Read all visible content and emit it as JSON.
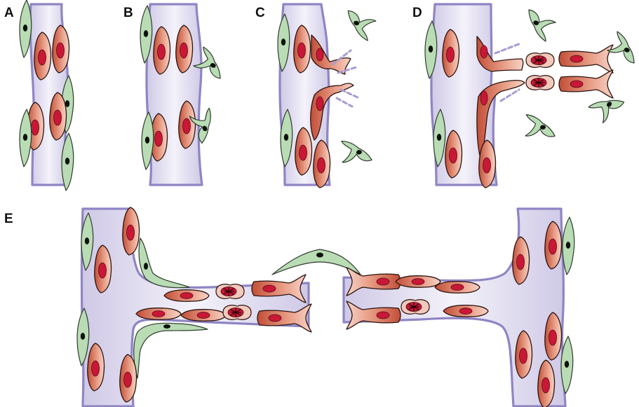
{
  "panels": {
    "a": "A",
    "b": "B",
    "c": "C",
    "d": "D",
    "e": "E"
  },
  "colors": {
    "vessel_wall": "#8f85c4",
    "vessel_lumen": "#d9d5ec",
    "endothelial_cell": "#d86a52",
    "endothelial_nucleus": "#c81836",
    "pericyte": "#b9dcb4",
    "pericyte_nucleus": "#0e120e"
  },
  "icons": [
    "endothelial-cell-icon",
    "pericyte-icon",
    "dividing-cell-icon"
  ]
}
